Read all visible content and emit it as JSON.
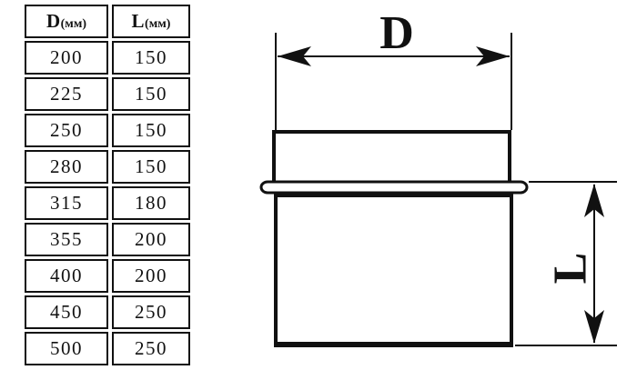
{
  "table": {
    "headers": [
      {
        "symbol": "D",
        "unit": "(мм)"
      },
      {
        "symbol": "L",
        "unit": "(мм)"
      }
    ],
    "rows": [
      [
        "200",
        "150"
      ],
      [
        "225",
        "150"
      ],
      [
        "250",
        "150"
      ],
      [
        "280",
        "150"
      ],
      [
        "315",
        "180"
      ],
      [
        "355",
        "200"
      ],
      [
        "400",
        "200"
      ],
      [
        "450",
        "250"
      ],
      [
        "500",
        "250"
      ]
    ]
  },
  "diagram": {
    "diameter_label": "D",
    "length_label": "L"
  },
  "colors": {
    "ink": "#111111",
    "background": "#ffffff"
  }
}
